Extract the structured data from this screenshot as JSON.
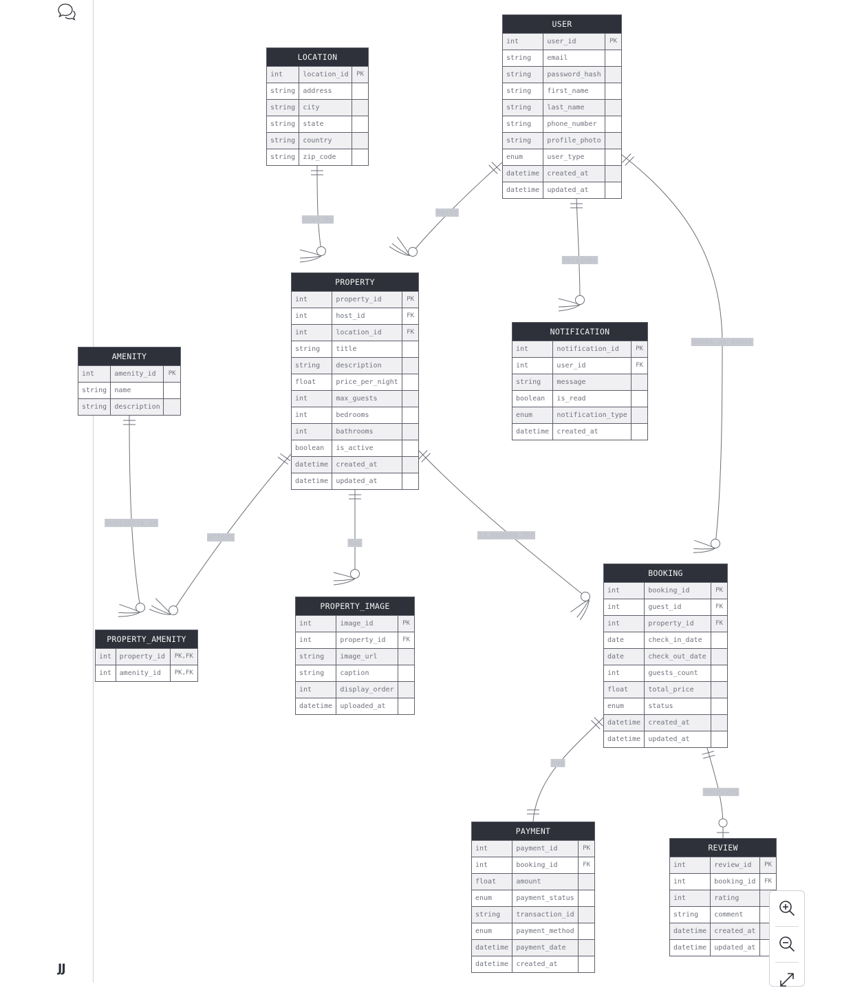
{
  "ui": {
    "comment_icon": "chat-bubbles-icon",
    "logo_text": "JJ",
    "zoom_in_icon": "zoom-in-icon",
    "zoom_out_icon": "zoom-out-icon",
    "fit_icon": "expand-icon"
  },
  "colors": {
    "header": "#2e3139",
    "header_text": "#f3f3f5",
    "border": "#5c5f68",
    "field_text": "#6f727b",
    "row_alt": "#f0f0f3",
    "line": "#6b6e77",
    "label_bg": "#c8cad2"
  },
  "entities": [
    {
      "name": "LOCATION",
      "attrs": [
        [
          "int",
          "location_id",
          "PK"
        ],
        [
          "string",
          "address",
          ""
        ],
        [
          "string",
          "city",
          ""
        ],
        [
          "string",
          "state",
          ""
        ],
        [
          "string",
          "country",
          ""
        ],
        [
          "string",
          "zip_code",
          ""
        ]
      ]
    },
    {
      "name": "USER",
      "attrs": [
        [
          "int",
          "user_id",
          "PK"
        ],
        [
          "string",
          "email",
          ""
        ],
        [
          "string",
          "password_hash",
          ""
        ],
        [
          "string",
          "first_name",
          ""
        ],
        [
          "string",
          "last_name",
          ""
        ],
        [
          "string",
          "phone_number",
          ""
        ],
        [
          "string",
          "profile_photo",
          ""
        ],
        [
          "enum",
          "user_type",
          ""
        ],
        [
          "datetime",
          "created_at",
          ""
        ],
        [
          "datetime",
          "updated_at",
          ""
        ]
      ]
    },
    {
      "name": "PROPERTY",
      "attrs": [
        [
          "int",
          "property_id",
          "PK"
        ],
        [
          "int",
          "host_id",
          "FK"
        ],
        [
          "int",
          "location_id",
          "FK"
        ],
        [
          "string",
          "title",
          ""
        ],
        [
          "string",
          "description",
          ""
        ],
        [
          "float",
          "price_per_night",
          ""
        ],
        [
          "int",
          "max_guests",
          ""
        ],
        [
          "int",
          "bedrooms",
          ""
        ],
        [
          "int",
          "bathrooms",
          ""
        ],
        [
          "boolean",
          "is_active",
          ""
        ],
        [
          "datetime",
          "created_at",
          ""
        ],
        [
          "datetime",
          "updated_at",
          ""
        ]
      ]
    },
    {
      "name": "NOTIFICATION",
      "attrs": [
        [
          "int",
          "notification_id",
          "PK"
        ],
        [
          "int",
          "user_id",
          "FK"
        ],
        [
          "string",
          "message",
          ""
        ],
        [
          "boolean",
          "is_read",
          ""
        ],
        [
          "enum",
          "notification_type",
          ""
        ],
        [
          "datetime",
          "created_at",
          ""
        ]
      ]
    },
    {
      "name": "AMENITY",
      "attrs": [
        [
          "int",
          "amenity_id",
          "PK"
        ],
        [
          "string",
          "name",
          ""
        ],
        [
          "string",
          "description",
          ""
        ]
      ]
    },
    {
      "name": "PROPERTY_AMENITY",
      "attrs": [
        [
          "int",
          "property_id",
          "PK,FK"
        ],
        [
          "int",
          "amenity_id",
          "PK,FK"
        ]
      ]
    },
    {
      "name": "PROPERTY_IMAGE",
      "attrs": [
        [
          "int",
          "image_id",
          "PK"
        ],
        [
          "int",
          "property_id",
          "FK"
        ],
        [
          "string",
          "image_url",
          ""
        ],
        [
          "string",
          "caption",
          ""
        ],
        [
          "int",
          "display_order",
          ""
        ],
        [
          "datetime",
          "uploaded_at",
          ""
        ]
      ]
    },
    {
      "name": "BOOKING",
      "attrs": [
        [
          "int",
          "booking_id",
          "PK"
        ],
        [
          "int",
          "guest_id",
          "FK"
        ],
        [
          "int",
          "property_id",
          "FK"
        ],
        [
          "date",
          "check_in_date",
          ""
        ],
        [
          "date",
          "check_out_date",
          ""
        ],
        [
          "int",
          "guests_count",
          ""
        ],
        [
          "float",
          "total_price",
          ""
        ],
        [
          "enum",
          "status",
          ""
        ],
        [
          "datetime",
          "created_at",
          ""
        ],
        [
          "datetime",
          "updated_at",
          ""
        ]
      ]
    },
    {
      "name": "PAYMENT",
      "attrs": [
        [
          "int",
          "payment_id",
          "PK"
        ],
        [
          "int",
          "booking_id",
          "FK"
        ],
        [
          "float",
          "amount",
          ""
        ],
        [
          "enum",
          "payment_status",
          ""
        ],
        [
          "string",
          "transaction_id",
          ""
        ],
        [
          "enum",
          "payment_method",
          ""
        ],
        [
          "datetime",
          "payment_date",
          ""
        ],
        [
          "datetime",
          "created_at",
          ""
        ]
      ]
    },
    {
      "name": "REVIEW",
      "attrs": [
        [
          "int",
          "review_id",
          "PK"
        ],
        [
          "int",
          "booking_id",
          "FK"
        ],
        [
          "int",
          "rating",
          ""
        ],
        [
          "string",
          "comment",
          ""
        ],
        [
          "datetime",
          "created_at",
          ""
        ],
        [
          "datetime",
          "updated_at",
          ""
        ]
      ]
    }
  ],
  "relationships": [
    {
      "label": "used_by",
      "from": "LOCATION",
      "to": "PROPERTY",
      "from_card": "exactly-one",
      "to_card": "zero-or-many"
    },
    {
      "label": "hosts",
      "from": "USER",
      "to": "PROPERTY",
      "from_card": "exactly-one",
      "to_card": "zero-or-many"
    },
    {
      "label": "receives",
      "from": "USER",
      "to": "NOTIFICATION",
      "from_card": "exactly-one",
      "to_card": "zero-or-many"
    },
    {
      "label": "books_as_guest",
      "from": "USER",
      "to": "BOOKING",
      "from_card": "exactly-one",
      "to_card": "zero-or-many"
    },
    {
      "label": "available_in",
      "from": "AMENITY",
      "to": "PROPERTY_AMENITY",
      "from_card": "exactly-one",
      "to_card": "zero-or-many"
    },
    {
      "label": "offers",
      "from": "PROPERTY",
      "to": "PROPERTY_AMENITY",
      "from_card": "exactly-one",
      "to_card": "zero-or-many"
    },
    {
      "label": "has",
      "from": "PROPERTY",
      "to": "PROPERTY_IMAGE",
      "from_card": "exactly-one",
      "to_card": "zero-or-many"
    },
    {
      "label": "is_booked_for",
      "from": "PROPERTY",
      "to": "BOOKING",
      "from_card": "exactly-one",
      "to_card": "zero-or-many"
    },
    {
      "label": "has",
      "from": "BOOKING",
      "to": "PAYMENT",
      "from_card": "exactly-one",
      "to_card": "exactly-one"
    },
    {
      "label": "receives",
      "from": "BOOKING",
      "to": "REVIEW",
      "from_card": "exactly-one",
      "to_card": "zero-or-one"
    }
  ]
}
